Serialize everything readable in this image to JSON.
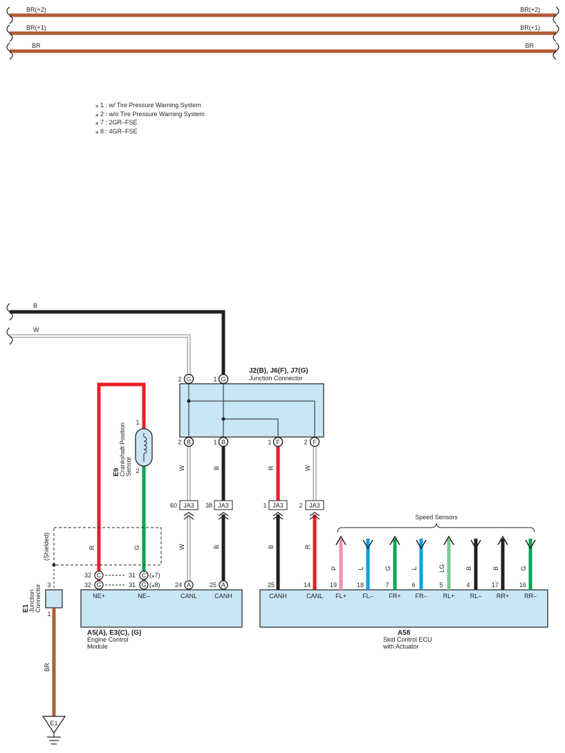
{
  "ground_bus": {
    "wires": [
      {
        "left": "BR(+2)",
        "right": "BR(+2)"
      },
      {
        "left": "BR(+1)",
        "right": "BR(+1)"
      },
      {
        "left": "BR",
        "right": "BR"
      }
    ]
  },
  "notes": [
    "⁎ 1 : w/ Tire Pressure Warning System",
    "⁎ 2 : w/o Tire Pressure Warning System",
    "⁎ 7 : 2GR–FSE",
    "⁎ 8 : 4GR–FSE"
  ],
  "incoming": {
    "b": "B",
    "w": "W"
  },
  "junction": {
    "title": "J2(B), J6(F), J7(G)",
    "subtitle": "Junction Connector",
    "top_pins": [
      {
        "num": "2",
        "letter": "G"
      },
      {
        "num": "1",
        "letter": "G"
      }
    ],
    "bottom_pins": [
      {
        "num": "2",
        "letter": "B"
      },
      {
        "num": "1",
        "letter": "B"
      },
      {
        "num": "1",
        "letter": "F"
      },
      {
        "num": "2",
        "letter": "F"
      }
    ]
  },
  "sensor": {
    "id": "E9",
    "name_line1": "Crankshaft Position",
    "name_line2": "Sensor",
    "pin_top": "1",
    "pin_bottom": "2"
  },
  "wire_colors": {
    "w1": "W",
    "b1": "B",
    "r1": "R",
    "w2": "W",
    "w3": "W",
    "b2": "B",
    "b3": "B",
    "r2": "R",
    "shield_r": "R",
    "shield_g": "G",
    "ground": "BR"
  },
  "ja3": [
    {
      "num": "60",
      "label": "JA3"
    },
    {
      "num": "38",
      "label": "JA3"
    },
    {
      "num": "1",
      "label": "JA3"
    },
    {
      "num": "2",
      "label": "JA3"
    }
  ],
  "shielded": "(Shielded)",
  "e1_junction": {
    "id": "E1",
    "name_line1": "Junction",
    "name_line2": "Connector",
    "pin_top": "3",
    "pin_bottom": "1"
  },
  "ecm": {
    "title": "A5(A), E3(C), (G)",
    "name_line1": "Engine Control",
    "name_line2": "Module",
    "row1": {
      "left_num": "32",
      "left_letter": "C",
      "right_num": "31",
      "right_letter": "C",
      "note": "(⁎7)"
    },
    "row2": {
      "left_num": "32",
      "left_letter": "G",
      "right_num": "31",
      "right_letter": "G",
      "note": "(⁎8)"
    },
    "canl": {
      "num": "24",
      "letter": "A",
      "label": "CANL"
    },
    "canh": {
      "num": "25",
      "letter": "A",
      "label": "CANH"
    },
    "ne_plus": "NE+",
    "ne_minus": "NE–"
  },
  "ecu": {
    "title": "A58",
    "name_line1": "Skid Control ECU",
    "name_line2": "with Actuator",
    "canh": {
      "num": "25",
      "label": "CANH"
    },
    "canl": {
      "num": "14",
      "label": "CANL"
    }
  },
  "speed_sensors": {
    "title": "Speed Sensors",
    "items": [
      {
        "pin": "19",
        "label": "FL+",
        "color": "P",
        "hex": "#f48fb1",
        "dir": "up"
      },
      {
        "pin": "18",
        "label": "FL–",
        "color": "L",
        "hex": "#00a0e3",
        "dir": "down"
      },
      {
        "pin": "7",
        "label": "FR+",
        "color": "G",
        "hex": "#00a651",
        "dir": "up"
      },
      {
        "pin": "6",
        "label": "FR–",
        "color": "L",
        "hex": "#00a0e3",
        "dir": "down"
      },
      {
        "pin": "5",
        "label": "RL+",
        "color": "LG",
        "hex": "#7ac98f",
        "dir": "up"
      },
      {
        "pin": "4",
        "label": "RL–",
        "color": "B",
        "hex": "#231f20",
        "dir": "down"
      },
      {
        "pin": "17",
        "label": "RR+",
        "color": "B",
        "hex": "#231f20",
        "dir": "up"
      },
      {
        "pin": "16",
        "label": "RR–",
        "color": "G",
        "hex": "#00a651",
        "dir": "down"
      }
    ]
  },
  "ground_symbol": "E1",
  "colors": {
    "brown": "#b15a37",
    "black": "#231f20",
    "red": "#ed1c24",
    "green": "#00a651",
    "box_fill": "#c8e6f5"
  }
}
